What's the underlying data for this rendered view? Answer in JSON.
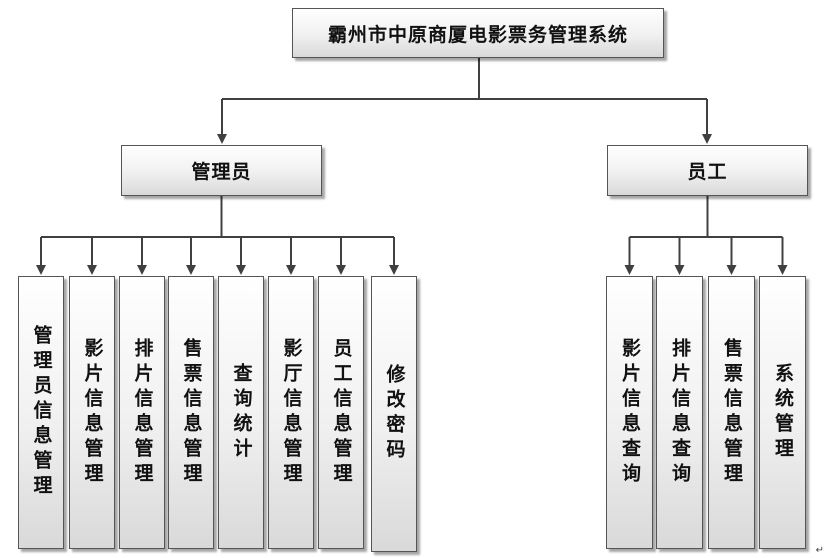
{
  "root": {
    "label": "霸州市中原商厦电影票务管理系统"
  },
  "branches": [
    {
      "label": "管理员",
      "children": [
        "管理员信息管理",
        "影片信息管理",
        "排片信息管理",
        "售票信息管理",
        "查询统计",
        "影厅信息管理",
        "员工信息管理",
        "修改密码"
      ]
    },
    {
      "label": "员工",
      "children": [
        "影片信息查询",
        "排片信息查询",
        "售票信息管理",
        "系统管理"
      ]
    }
  ],
  "corner_mark": "↵",
  "colors": {
    "line": "#404040",
    "border": "#555555"
  }
}
